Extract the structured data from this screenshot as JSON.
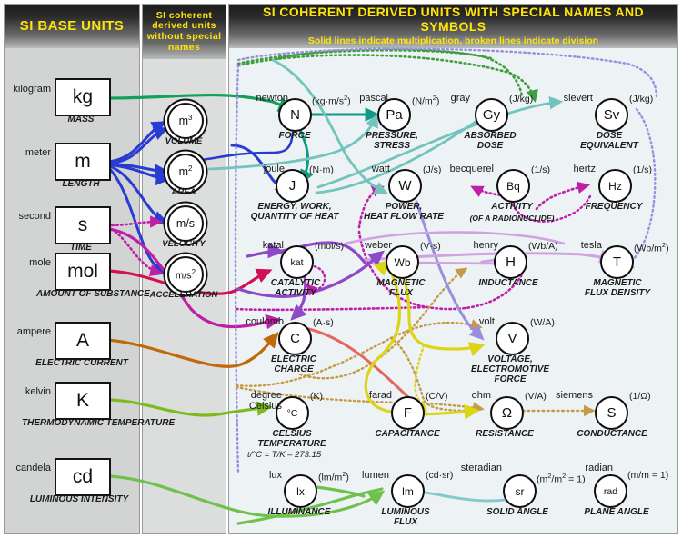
{
  "headers": {
    "base": "SI BASE UNITS",
    "middle": "SI coherent derived units without special names",
    "main_title": "SI COHERENT  DERIVED UNITS WITH SPECIAL NAMES AND SYMBOLS",
    "main_subtitle": "Solid lines indicate multiplication, broken lines indicate division"
  },
  "base_units": [
    {
      "name": "kilogram",
      "symbol": "kg",
      "quantity": "MASS"
    },
    {
      "name": "meter",
      "symbol": "m",
      "quantity": "LENGTH"
    },
    {
      "name": "second",
      "symbol": "s",
      "quantity": "TIME"
    },
    {
      "name": "mole",
      "symbol": "mol",
      "quantity": "AMOUNT OF SUBSTANCE"
    },
    {
      "name": "ampere",
      "symbol": "A",
      "quantity": "ELECTRIC CURRENT"
    },
    {
      "name": "kelvin",
      "symbol": "K",
      "quantity": "THERMODYNAMIC TEMPERATURE"
    },
    {
      "name": "candela",
      "symbol": "cd",
      "quantity": "LUMINOUS INTENSITY"
    }
  ],
  "middle_units": [
    {
      "symbol": "m3",
      "quantity": "VOLUME"
    },
    {
      "symbol": "m2",
      "quantity": "AREA"
    },
    {
      "symbol": "m/s",
      "quantity": "VELOCITY"
    },
    {
      "symbol": "m/s2",
      "quantity": "ACCELERATION"
    }
  ],
  "derived_units": [
    {
      "name": "newton",
      "symbol": "N",
      "expr": "(kg·m/s2)",
      "quantity": "FORCE"
    },
    {
      "name": "pascal",
      "symbol": "Pa",
      "expr": "(N/m2)",
      "quantity": "PRESSURE, STRESS"
    },
    {
      "name": "gray",
      "symbol": "Gy",
      "expr": "(J/kg)",
      "quantity": "ABSORBED DOSE"
    },
    {
      "name": "sievert",
      "symbol": "Sv",
      "expr": "(J/kg)",
      "quantity": "DOSE EQUIVALENT"
    },
    {
      "name": "joule",
      "symbol": "J",
      "expr": "(N·m)",
      "quantity": "ENERGY, WORK, QUANTITY OF HEAT"
    },
    {
      "name": "watt",
      "symbol": "W",
      "expr": "(J/s)",
      "quantity": "POWER, HEAT FLOW RATE"
    },
    {
      "name": "becquerel",
      "symbol": "Bq",
      "expr": "(1/s)",
      "quantity": "ACTIVITY",
      "sub": "(OF A RADIONUCLIDE)"
    },
    {
      "name": "hertz",
      "symbol": "Hz",
      "expr": "(1/s)",
      "quantity": "FREQUENCY"
    },
    {
      "name": "katal",
      "symbol": "kat",
      "expr": "(mol/s)",
      "quantity": "CATALYTIC ACTIVITY"
    },
    {
      "name": "weber",
      "symbol": "Wb",
      "expr": "(V·s)",
      "quantity": "MAGNETIC FLUX"
    },
    {
      "name": "henry",
      "symbol": "H",
      "expr": "(Wb/A)",
      "quantity": "INDUCTANCE"
    },
    {
      "name": "tesla",
      "symbol": "T",
      "expr": "(Wb/m2)",
      "quantity": "MAGNETIC FLUX DENSITY"
    },
    {
      "name": "coulomb",
      "symbol": "C",
      "expr": "(A·s)",
      "quantity": "ELECTRIC CHARGE"
    },
    {
      "name": "volt",
      "symbol": "V",
      "expr": "(W/A)",
      "quantity": "VOLTAGE, ELECTROMOTIVE FORCE"
    },
    {
      "name": "degree Celsius",
      "symbol": "°C",
      "expr": "(K)",
      "quantity": "CELSIUS TEMPERATURE",
      "formula": "t/°C = T/K – 273.15"
    },
    {
      "name": "farad",
      "symbol": "F",
      "expr": "(C/V)",
      "quantity": "CAPACITANCE"
    },
    {
      "name": "ohm",
      "symbol": "Ω",
      "expr": "(V/A)",
      "quantity": "RESISTANCE"
    },
    {
      "name": "siemens",
      "symbol": "S",
      "expr": "(1/Ω)",
      "quantity": "CONDUCTANCE"
    },
    {
      "name": "lux",
      "symbol": "lx",
      "expr": "(lm/m2)",
      "quantity": "ILLUMINANCE"
    },
    {
      "name": "lumen",
      "symbol": "lm",
      "expr": "(cd·sr)",
      "quantity": "LUMINOUS FLUX"
    },
    {
      "name": "steradian",
      "symbol": "sr",
      "expr": "(m2/m2 = 1)",
      "quantity": "SOLID ANGLE"
    },
    {
      "name": "radian",
      "symbol": "rad",
      "expr": "(m/m = 1)",
      "quantity": "PLANE ANGLE"
    }
  ],
  "colors": {
    "header_text": "#ffe40a",
    "panel_base_bg": "#d2d4d4",
    "panel_mid_bg": "#dcdedd",
    "panel_main_bg": "#edf2f4",
    "green": "#14a05a",
    "blue": "#2a3bd0",
    "magenta": "#bf1fa8",
    "crimson": "#d40f55",
    "orange": "#c0690a",
    "yellowgreen": "#7cbb1e",
    "teal": "#0f9987",
    "seafoam": "#74c3bd",
    "purple": "#8e49c9",
    "violet": "#9b8ee0",
    "lavender": "#cfa3e0",
    "yellow": "#dcd417",
    "tan": "#c49b46",
    "salmon": "#e4675f",
    "skyblue": "#7aa9dd",
    "aqua": "#89c8cf",
    "lightgreen": "#6ec14a"
  }
}
